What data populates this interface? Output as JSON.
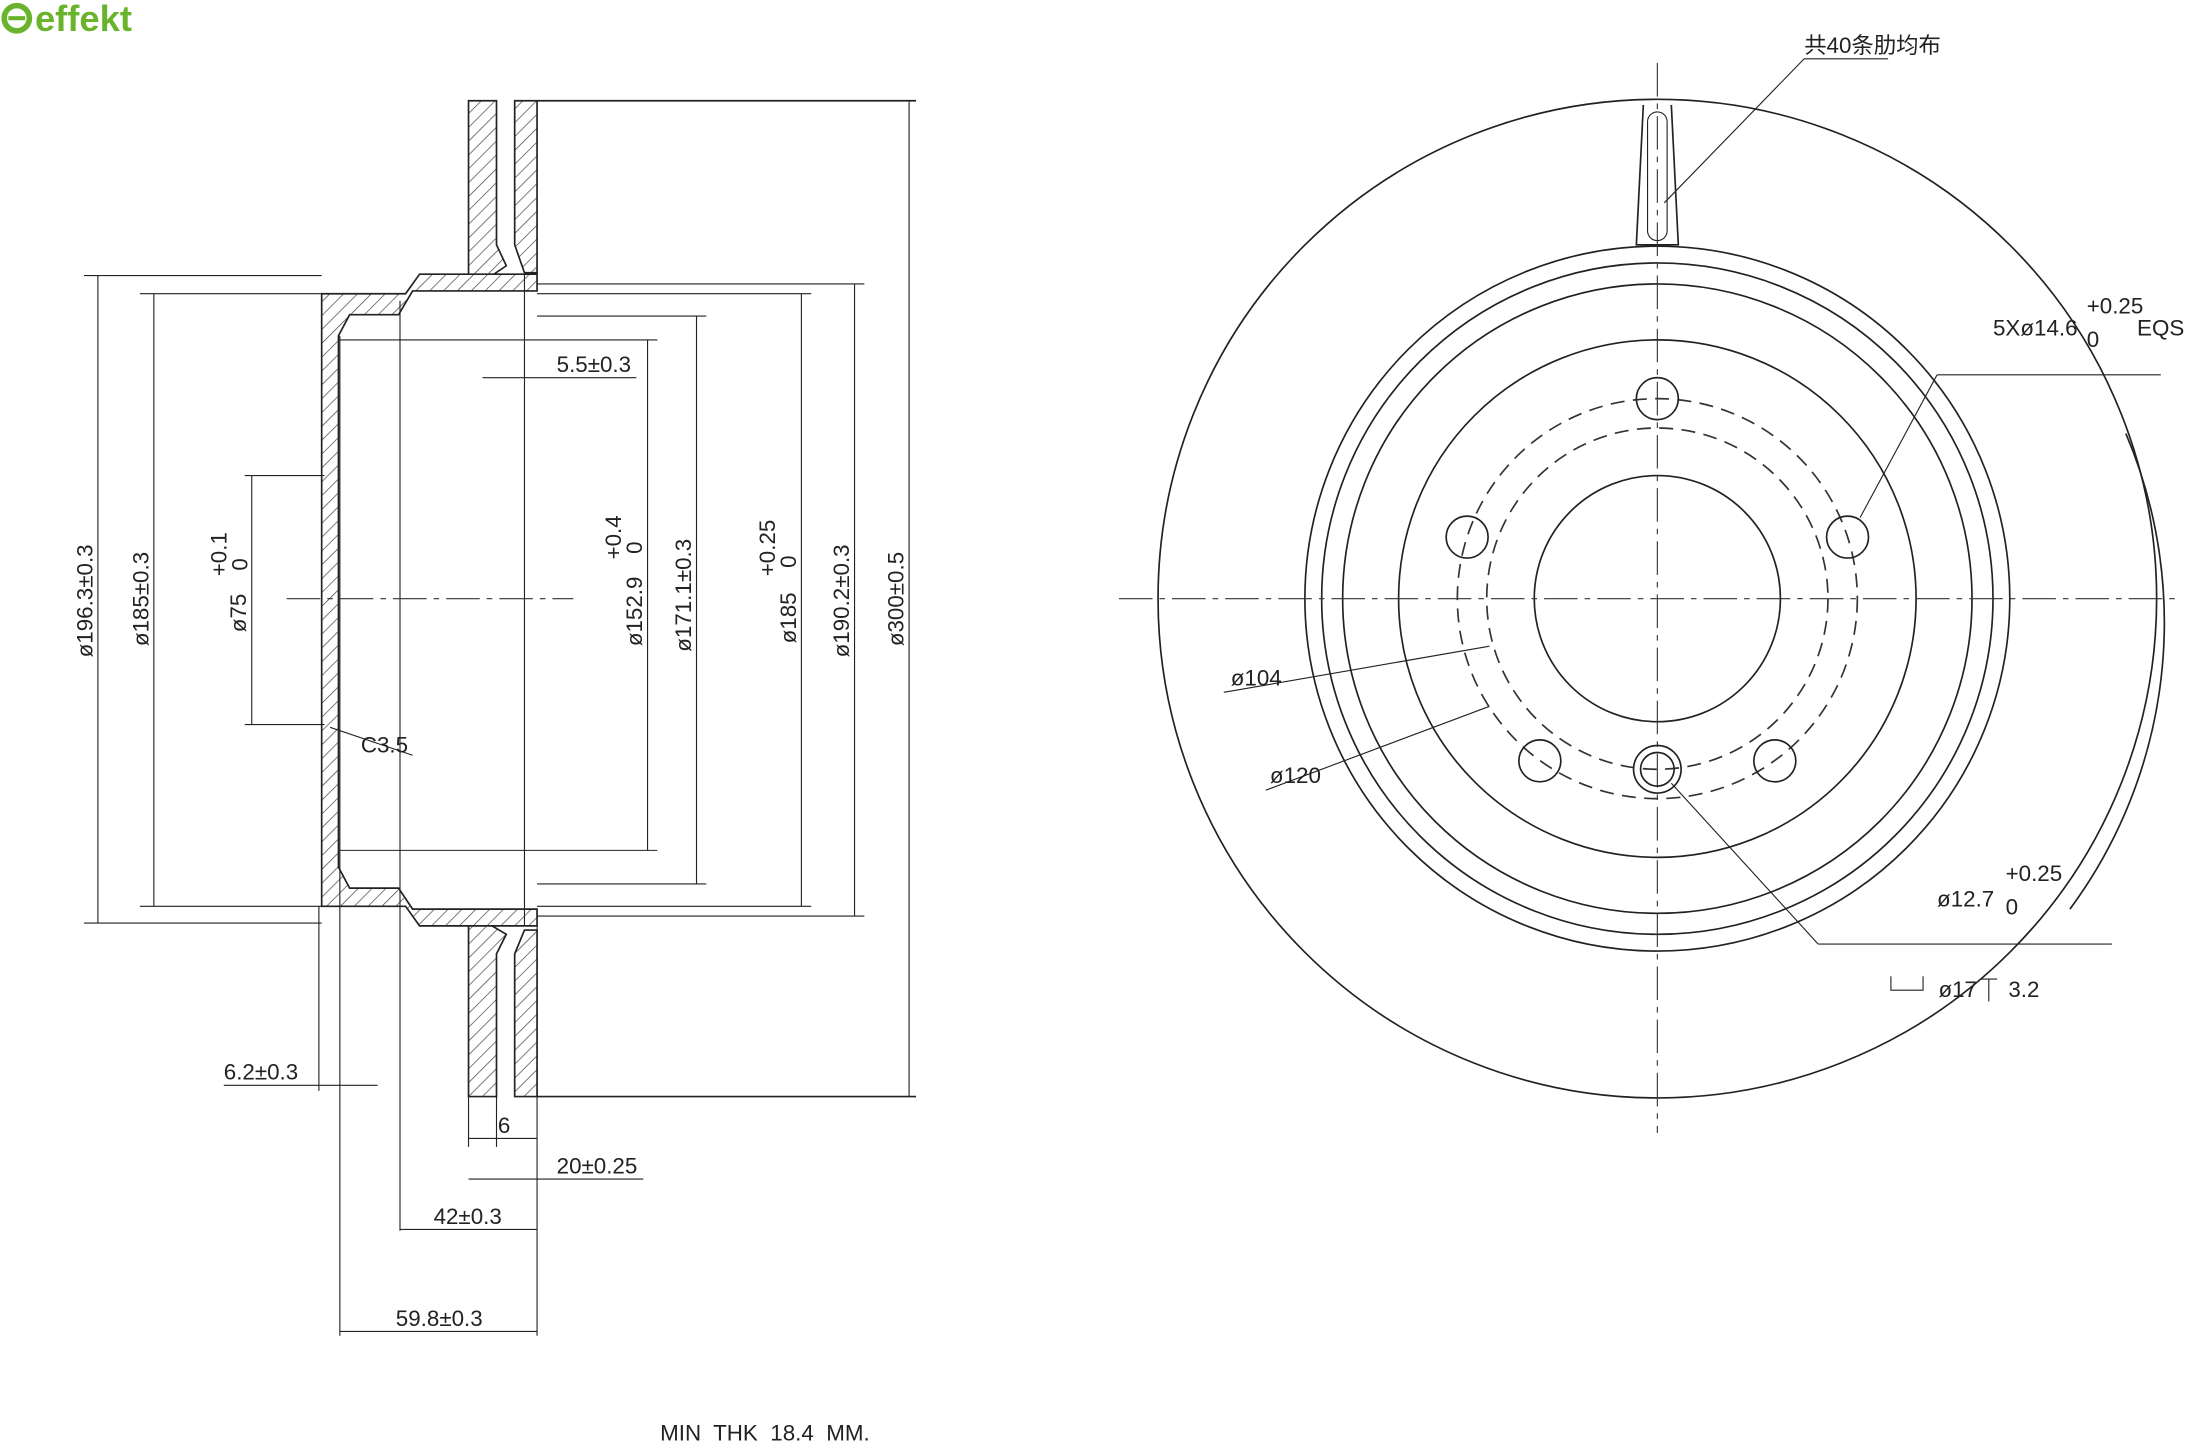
{
  "brand": {
    "name": "effekt",
    "color": "#6ab42d"
  },
  "section_view": {
    "dimensions": [
      "ø196.3±0.3",
      "ø185±0.3",
      "ø75",
      "+0.1",
      "0",
      "ø152.9",
      "+0.4",
      "0",
      "ø171.1±0.3",
      "ø185",
      "+0.25",
      "0",
      "ø190.2±0.3",
      "ø300±0.5",
      "5.5±0.3",
      "C3.5",
      "6.2±0.3",
      "6",
      "20±0.25",
      "42±0.3",
      "59.8±0.3"
    ]
  },
  "front_view": {
    "rib_note": "共40条肋均布",
    "bolt_holes": "5Xø14.6",
    "bolt_tol_upper": "+0.25",
    "bolt_tol_lower": "0",
    "bolt_eqs": "EQS",
    "pcd_inner": "ø104",
    "pcd_outer": "ø120",
    "pin_hole": "ø12.7",
    "pin_tol_upper": "+0.25",
    "pin_tol_lower": "0",
    "counterbore": "ø17",
    "counterbore_depth": "3.2"
  },
  "note": "MIN  THK  18.4  MM."
}
